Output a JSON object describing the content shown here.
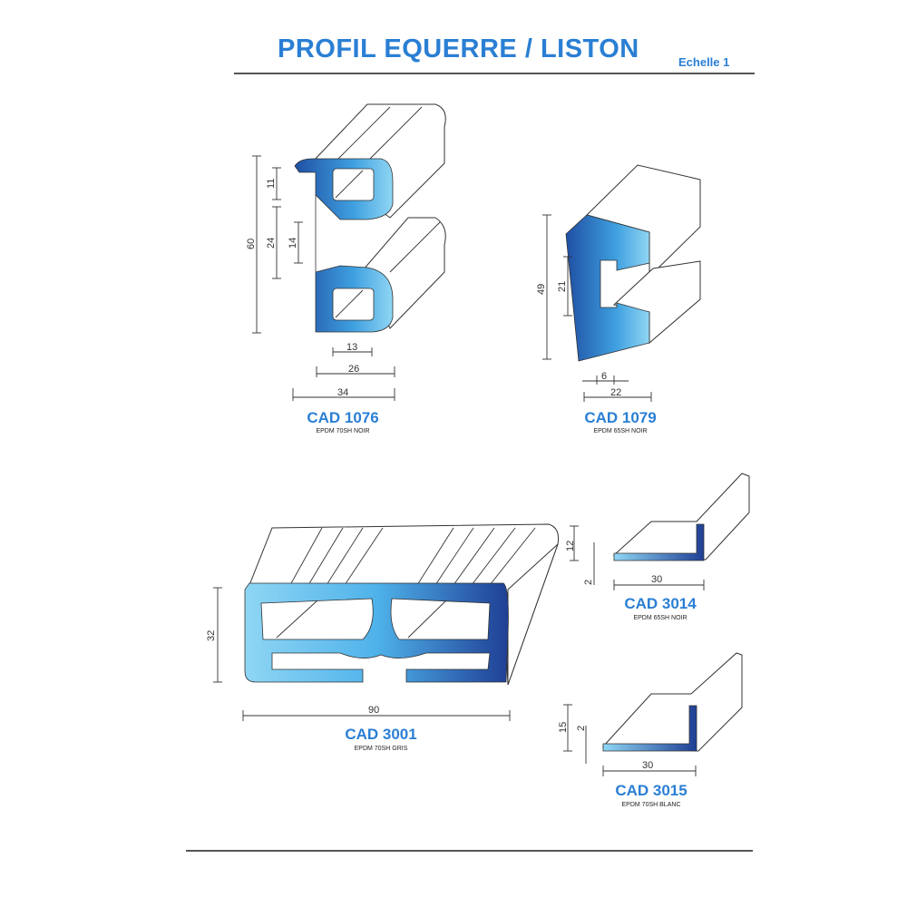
{
  "header": {
    "title": "PROFIL EQUERRE / LISTON",
    "scale": "Echelle 1"
  },
  "colors": {
    "accent": "#2a7fd4",
    "profile_light": "#6cc4ee",
    "profile_dark": "#1f4fa3"
  },
  "profiles": [
    {
      "code": "CAD 1076",
      "material": "EPDM 70SH NOIR",
      "dims": [
        "60",
        "11",
        "24",
        "14",
        "13",
        "26",
        "34"
      ]
    },
    {
      "code": "CAD 1079",
      "material": "EPDM 65SH NOIR",
      "dims": [
        "49",
        "21",
        "6",
        "22"
      ]
    },
    {
      "code": "CAD 3001",
      "material": "EPDM 70SH GRIS",
      "dims": [
        "32",
        "90"
      ]
    },
    {
      "code": "CAD 3014",
      "material": "EPDM 65SH NOIR",
      "dims": [
        "12",
        "2",
        "30"
      ]
    },
    {
      "code": "CAD 3015",
      "material": "EPDM 70SH BLANC",
      "dims": [
        "15",
        "2",
        "30"
      ]
    }
  ]
}
